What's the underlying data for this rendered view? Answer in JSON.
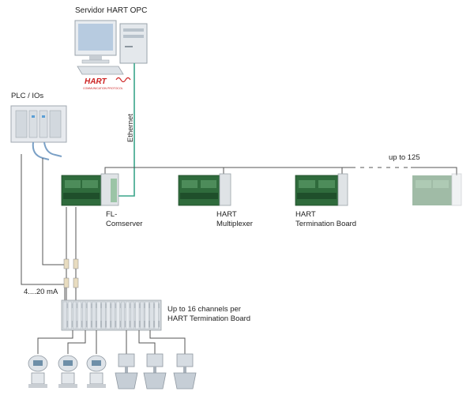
{
  "labels": {
    "server": "Servidor HART OPC",
    "plc": "PLC / IOs",
    "ethernet": "Ethernet",
    "up_to_125": "up to 125",
    "fl_comserver_line1": "FL-",
    "fl_comserver_line2": "Comserver",
    "multiplexer_line1": "HART",
    "multiplexer_line2": "Multiplexer",
    "termboard_line1": "HART",
    "termboard_line2": "Termination Board",
    "current": "4....20 mA",
    "channels_line1": "Up to 16 channels per",
    "channels_line2": "HART Termination Board",
    "hart_logo": "HART",
    "hart_logo_sub": "COMMUNICATION PROTOCOL"
  },
  "colors": {
    "board_green": "#2f6b3c",
    "line": "#555555",
    "ethernet_cable": "#3aa58a",
    "device_grey": "#c9cdd2",
    "faded": "#c8d5cc"
  }
}
